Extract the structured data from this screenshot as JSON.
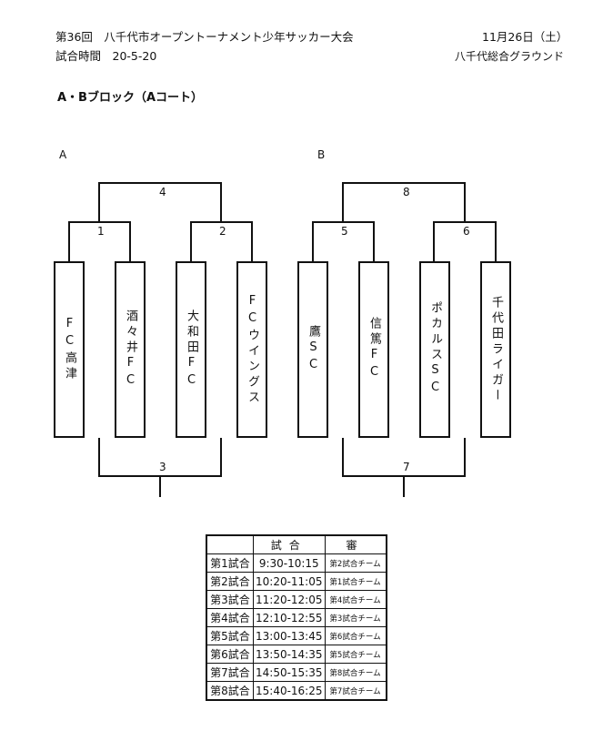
{
  "header": {
    "tournament": "第36回　八千代市オープントーナメント少年サッカー大会",
    "match_time": "試合時間　20-5-20",
    "date": "11月26日（土）",
    "venue": "八千代総合グラウンド"
  },
  "block_title": "A・Bブロック（Aコート）",
  "groups": {
    "a": "A",
    "b": "B"
  },
  "matches": {
    "m1": "1",
    "m2": "2",
    "m3": "3",
    "m4": "4",
    "m5": "5",
    "m6": "6",
    "m7": "7",
    "m8": "8"
  },
  "teams": [
    "FC高津",
    "酒々井FC",
    "大和田FC",
    "FCウイングス",
    "鷹SC",
    "信篤FC",
    "ポカルスSC",
    "千代田ライガー"
  ],
  "schedule": {
    "headers": [
      "",
      "試合",
      "審"
    ],
    "rows": [
      {
        "match": "第1試合",
        "time": "9:30-10:15",
        "ref": "第2試合チーム"
      },
      {
        "match": "第2試合",
        "time": "10:20-11:05",
        "ref": "第1試合チーム"
      },
      {
        "match": "第3試合",
        "time": "11:20-12:05",
        "ref": "第4試合チーム"
      },
      {
        "match": "第4試合",
        "time": "12:10-12:55",
        "ref": "第3試合チーム"
      },
      {
        "match": "第5試合",
        "time": "13:00-13:45",
        "ref": "第6試合チーム"
      },
      {
        "match": "第6試合",
        "time": "13:50-14:35",
        "ref": "第5試合チーム"
      },
      {
        "match": "第7試合",
        "time": "14:50-15:35",
        "ref": "第8試合チーム"
      },
      {
        "match": "第8試合",
        "time": "15:40-16:25",
        "ref": "第7試合チーム"
      }
    ]
  }
}
